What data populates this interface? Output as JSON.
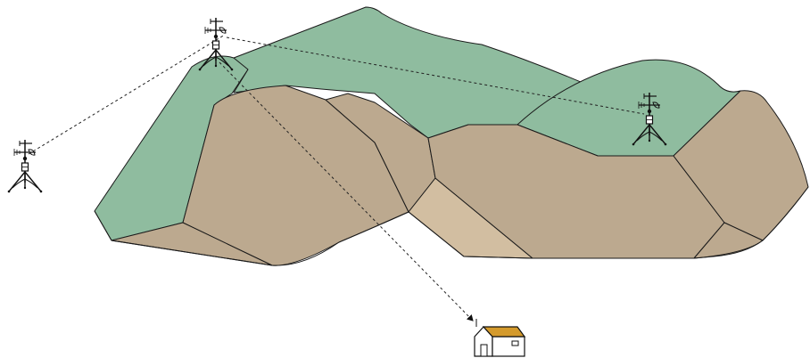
{
  "colors": {
    "background": "#ffffff",
    "forest_green": "#8fbc9f",
    "rock_tan": "#bca98f",
    "rock_tan_light": "#d2bea1",
    "roof_orange": "#d49a2c",
    "outline": "#1a1a1a"
  },
  "stations": [
    {
      "name": "weather-station-left",
      "icon": "weather-station-icon"
    },
    {
      "name": "weather-station-summit",
      "icon": "weather-station-icon"
    },
    {
      "name": "weather-station-right",
      "icon": "weather-station-icon"
    }
  ],
  "base": {
    "icon": "house-icon"
  },
  "links": [
    {
      "from": "weather-station-left",
      "to": "weather-station-summit",
      "style": "dashed"
    },
    {
      "from": "weather-station-summit",
      "to": "weather-station-right",
      "style": "dashed"
    },
    {
      "from": "weather-station-summit",
      "to": "house",
      "style": "dashed-arrow"
    }
  ]
}
